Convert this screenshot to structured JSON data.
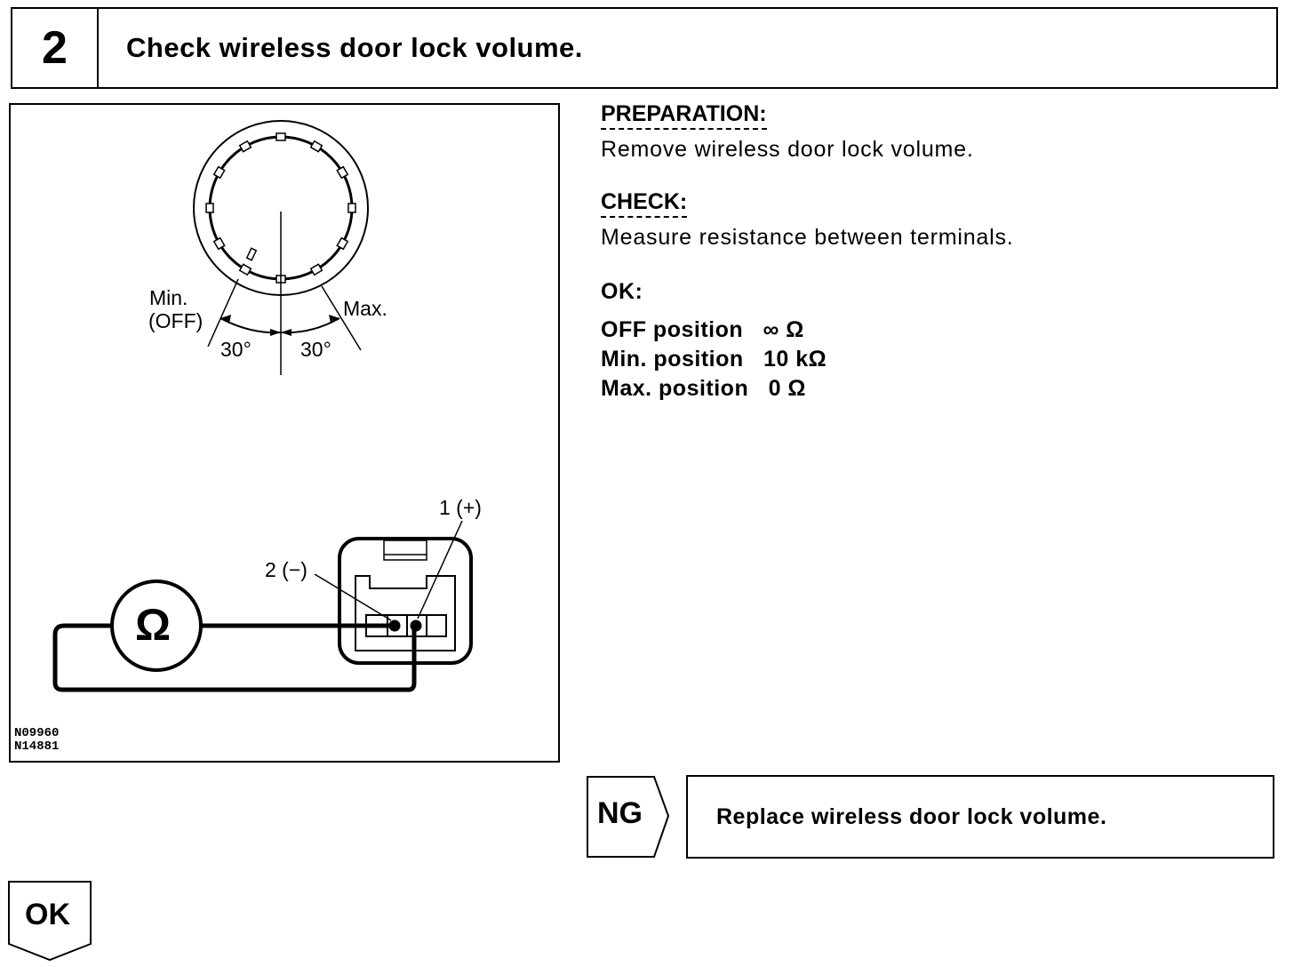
{
  "step": {
    "number": "2",
    "title": "Check wireless door lock volume."
  },
  "figure": {
    "label_min": "Min.",
    "label_off": "(OFF)",
    "label_max": "Max.",
    "angle_left": "30°",
    "angle_right": "30°",
    "terminal_plus": "1 (+)",
    "terminal_minus": "2 (−)",
    "ohm_symbol": "Ω",
    "code_line1": "N09960",
    "code_line2": "N14881"
  },
  "preparation": {
    "heading": "PREPARATION:",
    "text": "Remove wireless door lock volume."
  },
  "check": {
    "heading": "CHECK:",
    "text": "Measure resistance between terminals."
  },
  "ok_spec": {
    "heading": "OK:",
    "rows": [
      "OFF position   ∞ Ω",
      "Min. position   10 kΩ",
      "Max. position   0 Ω"
    ]
  },
  "ng": {
    "label": "NG",
    "action": "Replace wireless door lock volume."
  },
  "ok_result": {
    "label": "OK"
  }
}
